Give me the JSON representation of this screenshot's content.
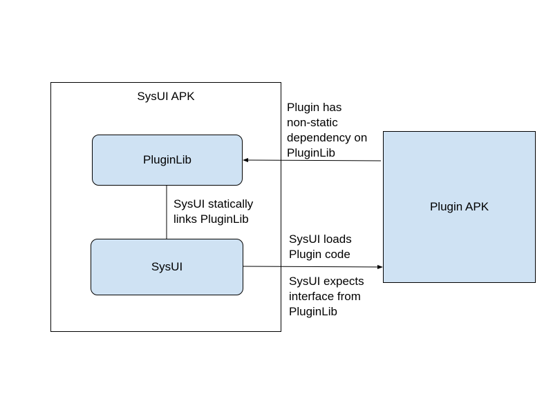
{
  "diagram": {
    "container": {
      "title": "SysUI APK"
    },
    "nodes": {
      "pluginlib": "PluginLib",
      "sysui": "SysUI",
      "plugin_apk": "Plugin APK"
    },
    "edges": {
      "dependency": [
        "Plugin has",
        "non-static",
        "dependency on",
        "PluginLib"
      ],
      "static_link": [
        "SysUI statically",
        "links PluginLib"
      ],
      "loads": [
        "SysUI loads",
        "Plugin code"
      ],
      "expects": [
        "SysUI expects",
        "interface from",
        "PluginLib"
      ]
    }
  }
}
